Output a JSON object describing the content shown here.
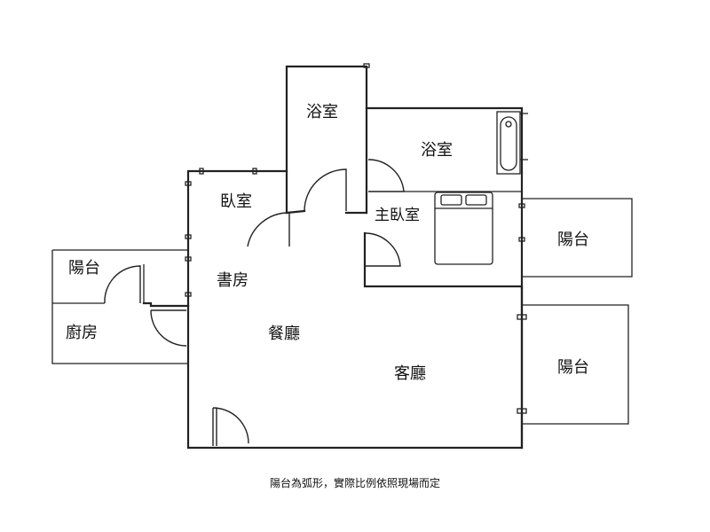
{
  "rooms": {
    "bath1": "浴室",
    "bath2": "浴室",
    "bedroom": "臥室",
    "master_bedroom": "主臥室",
    "balcony_left": "陽台",
    "balcony_right_top": "陽台",
    "balcony_right_bottom": "陽台",
    "study": "書房",
    "kitchen": "廚房",
    "dining": "餐廳",
    "living": "客廳"
  },
  "note": "陽台為弧形，實際比例依照現場而定"
}
